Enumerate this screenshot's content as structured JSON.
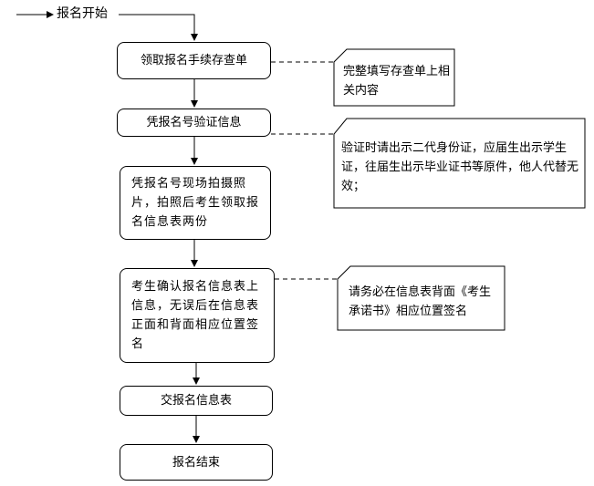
{
  "start_label": "报名开始",
  "steps": [
    {
      "text": "领取报名手续存查单"
    },
    {
      "text": "凭报名号验证信息"
    },
    {
      "text": "凭报名号现场拍摄照片，拍照后考生领取报名信息表两份"
    },
    {
      "text": "考生确认报名信息表上信息，无误后在信息表正面和背面相应位置签名"
    },
    {
      "text": "交报名信息表"
    },
    {
      "text": "报名结束"
    }
  ],
  "notes": [
    {
      "text": "完整填写存查单上相关内容"
    },
    {
      "text": "验证时请出示二代身份证，应届生出示学生证，往届生出示毕业证书等原件，他人代替无效；"
    },
    {
      "text": "请务必在信息表背面《考生承诺书》相应位置签名"
    }
  ]
}
